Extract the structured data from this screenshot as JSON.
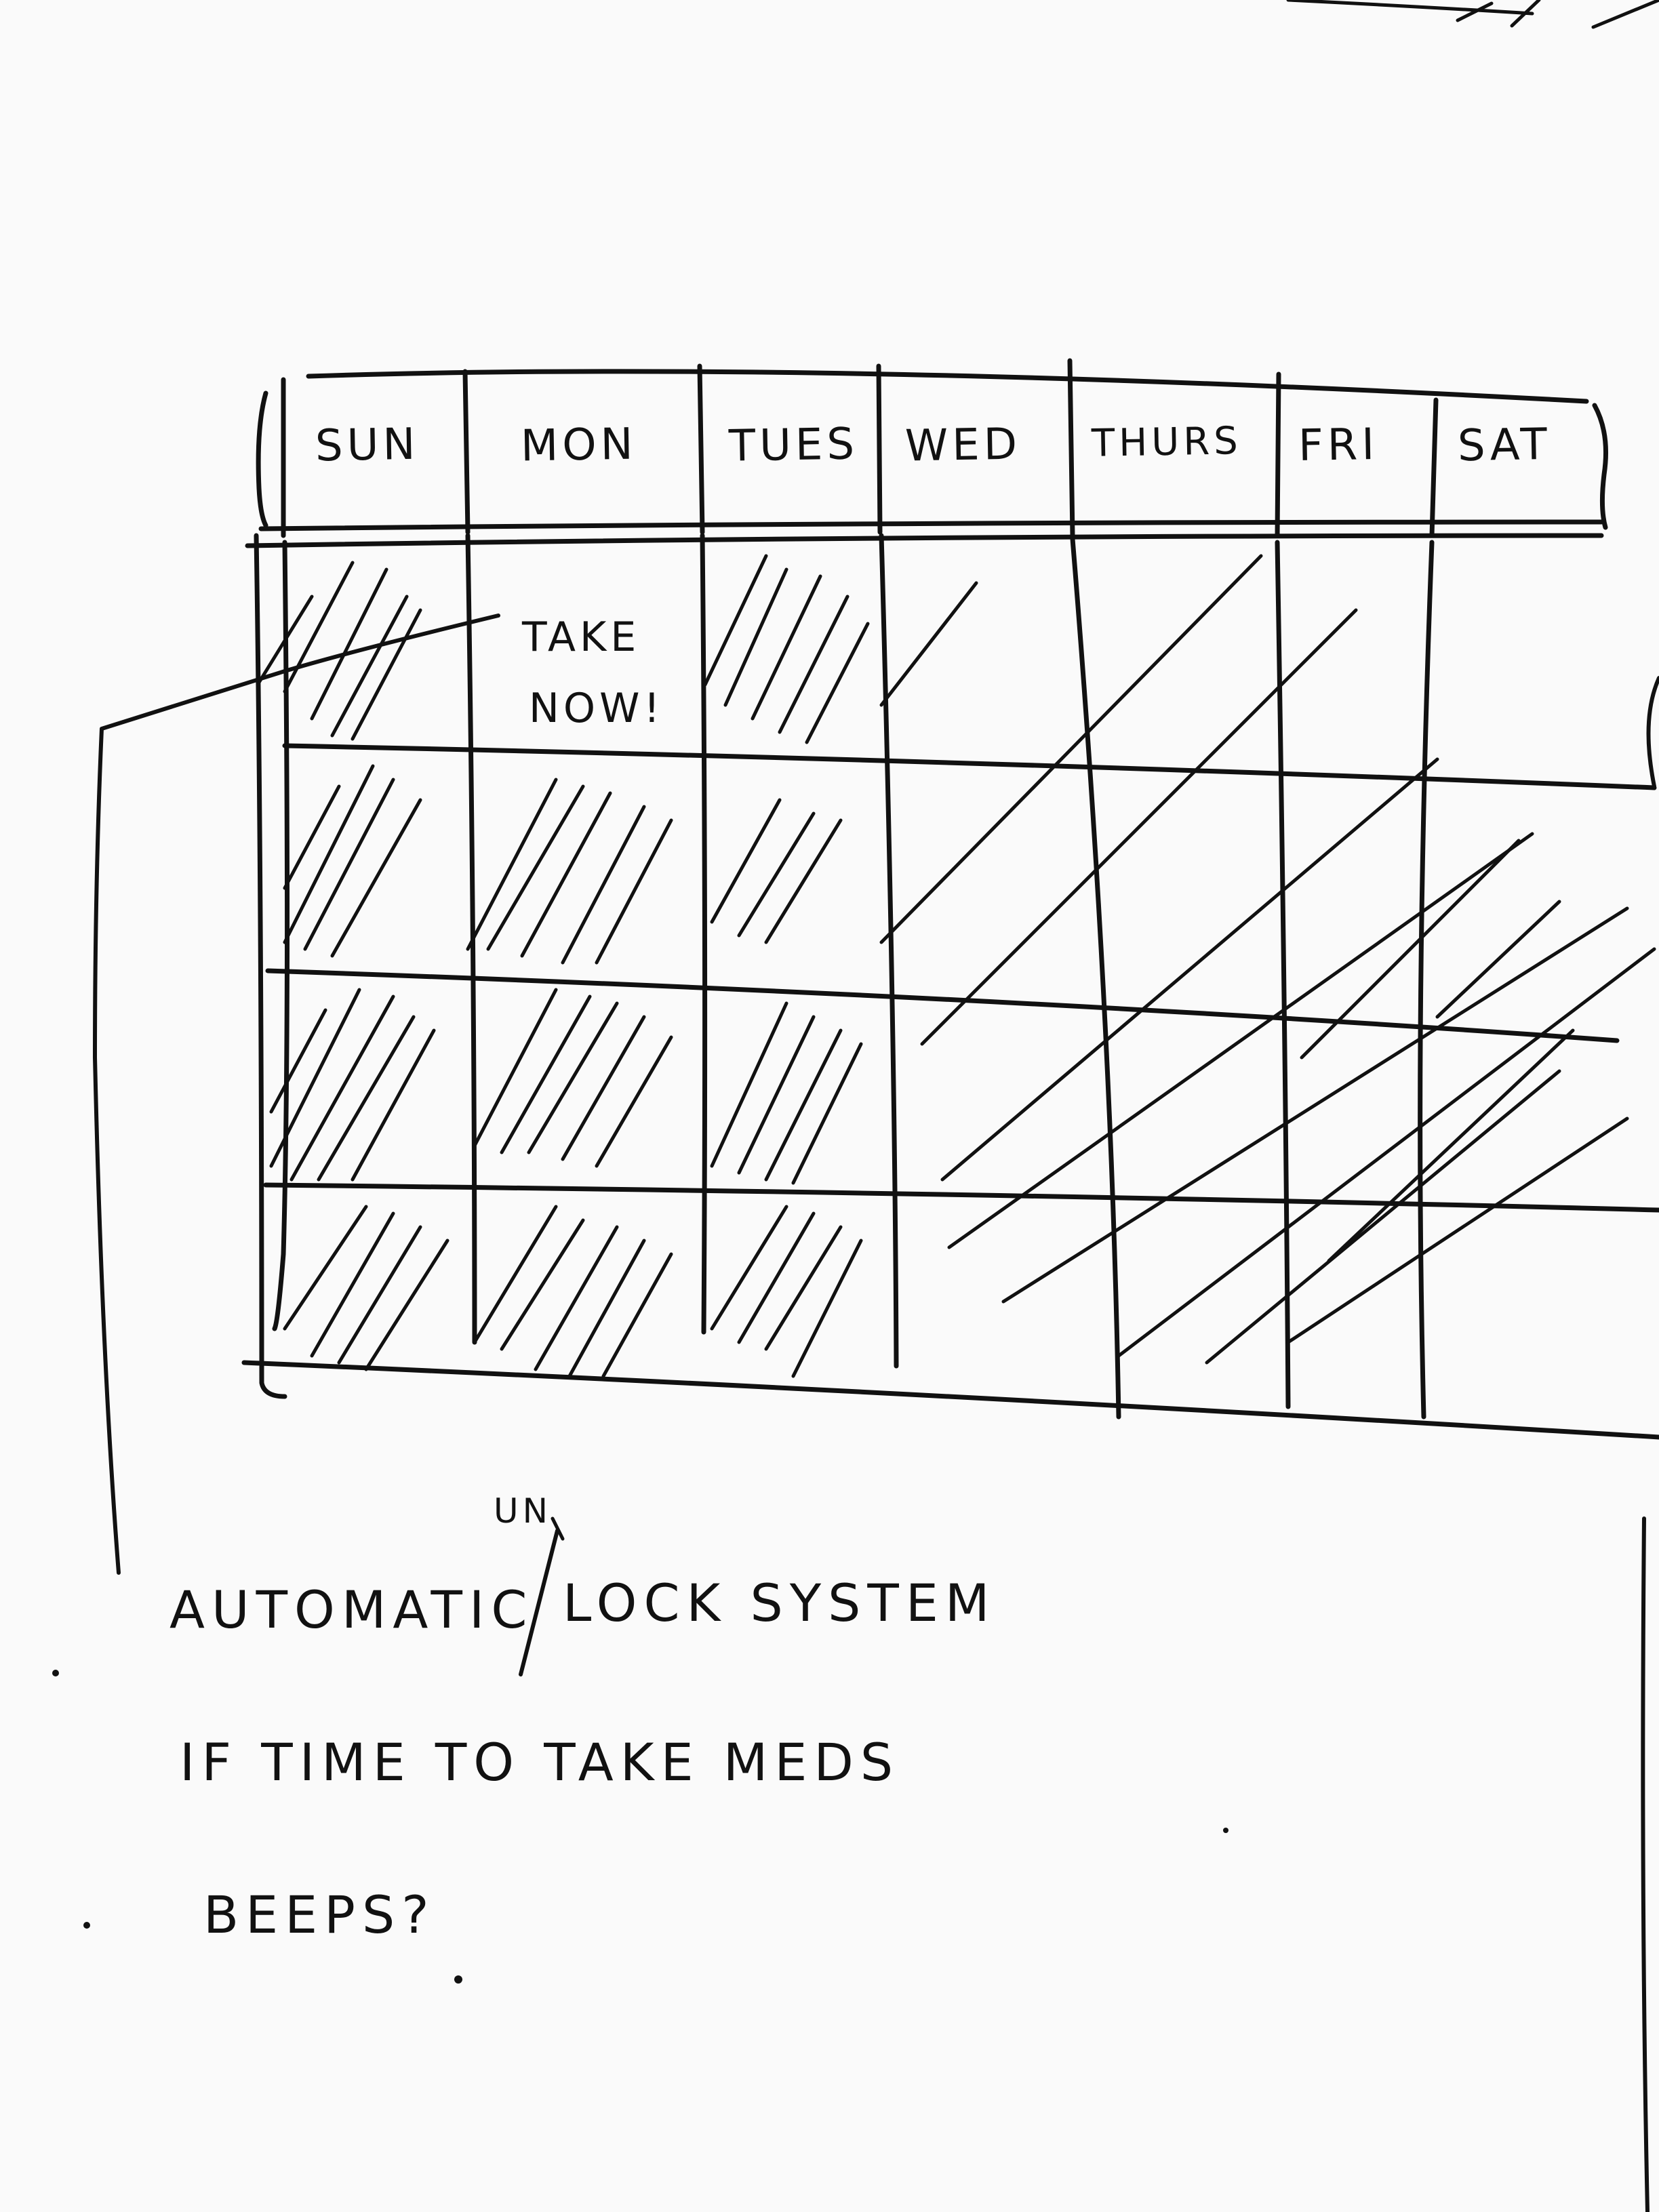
{
  "calendar": {
    "days": [
      "SUN",
      "MON",
      "TUES",
      "WED",
      "THURS",
      "FRI",
      "SAT"
    ],
    "callout": [
      "TAKE",
      "NOW!"
    ],
    "rows": 4,
    "hatched_cells": [
      [
        true,
        false,
        true,
        true,
        true,
        true,
        false
      ],
      [
        true,
        true,
        true,
        true,
        true,
        true,
        true
      ],
      [
        true,
        true,
        true,
        true,
        true,
        true,
        true
      ],
      [
        true,
        true,
        true,
        true,
        true,
        true,
        true
      ]
    ]
  },
  "notes": {
    "insert": "UN",
    "line1_before": "AUTOMATIC",
    "line1_after": "LOCK SYSTEM",
    "line2": "IF TIME TO TAKE MEDS",
    "line3": "BEEPS?"
  }
}
